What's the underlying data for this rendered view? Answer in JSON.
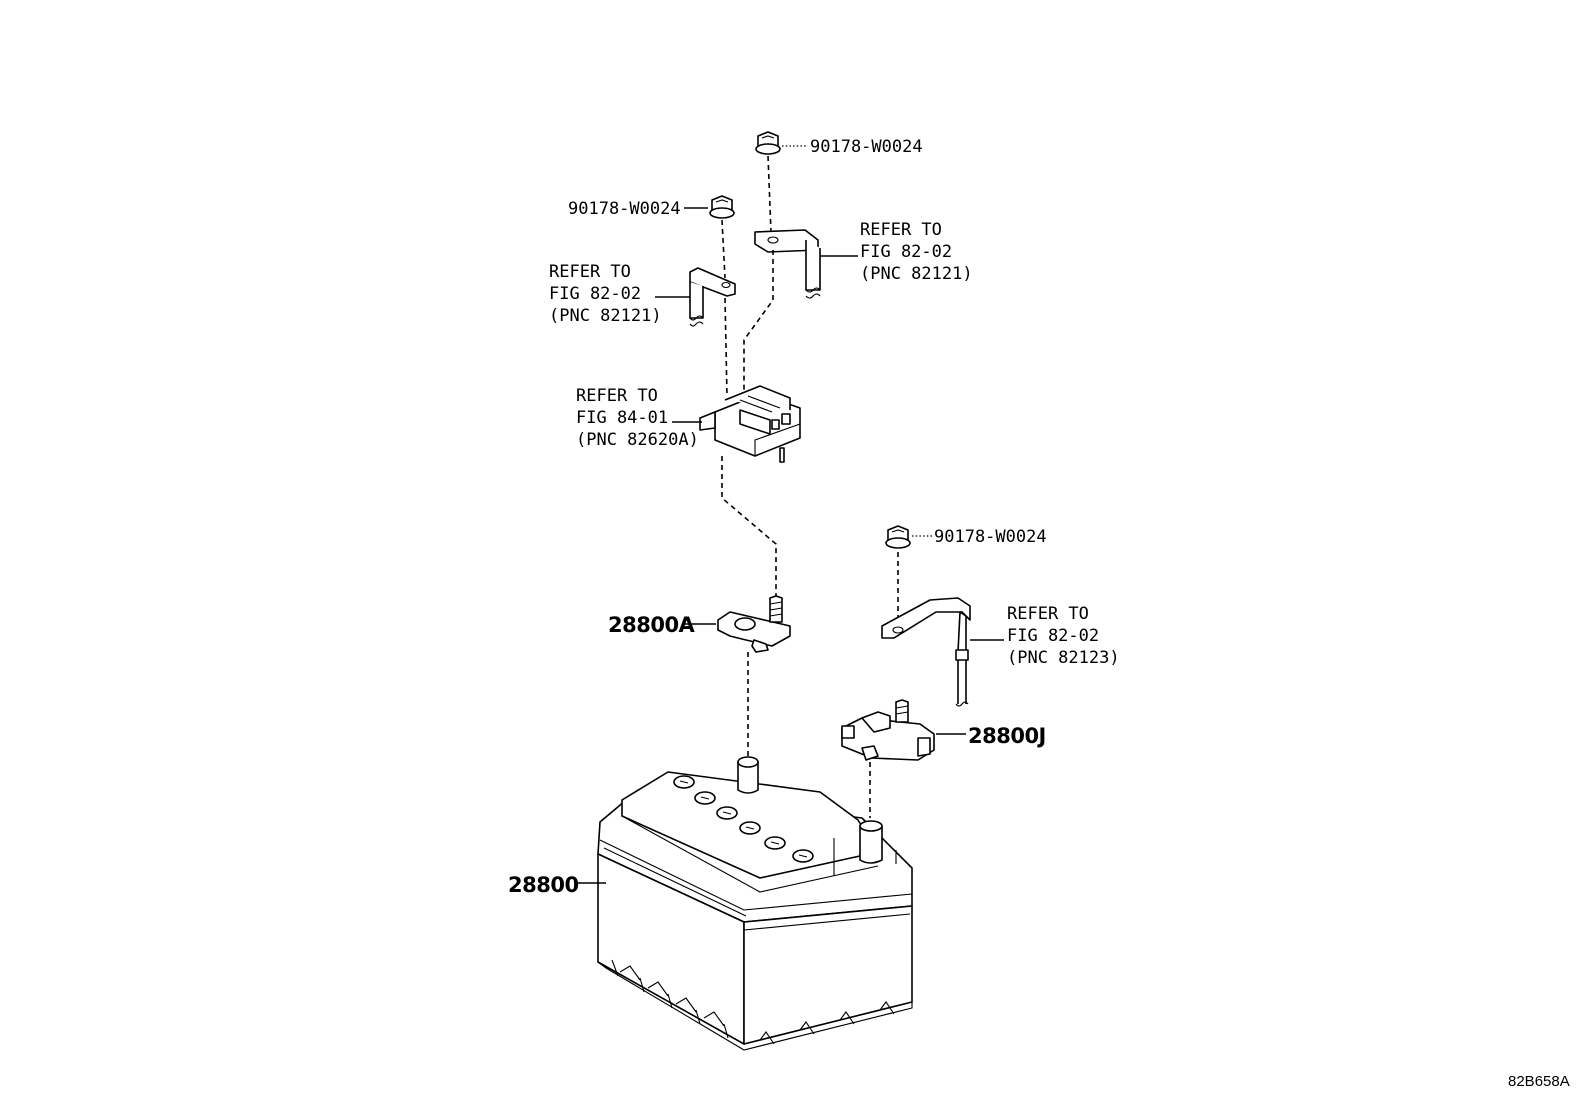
{
  "parts": {
    "nut_top": "90178-W0024",
    "nut_left": "90178-W0024",
    "nut_right": "90178-W0024",
    "terminal_positive": "28800A",
    "terminal_negative": "28800J",
    "battery": "28800"
  },
  "refs": {
    "top_right": [
      "REFER TO",
      "FIG 82-02",
      "(PNC 82121)"
    ],
    "top_left": [
      "REFER TO",
      "FIG 82-02",
      "(PNC 82121)"
    ],
    "fuse_block": [
      "REFER TO",
      "FIG 84-01",
      "(PNC 82620A)"
    ],
    "ground_cable": [
      "REFER TO",
      "FIG 82-02",
      "(PNC 82123)"
    ]
  },
  "figure_id": "82B658A"
}
